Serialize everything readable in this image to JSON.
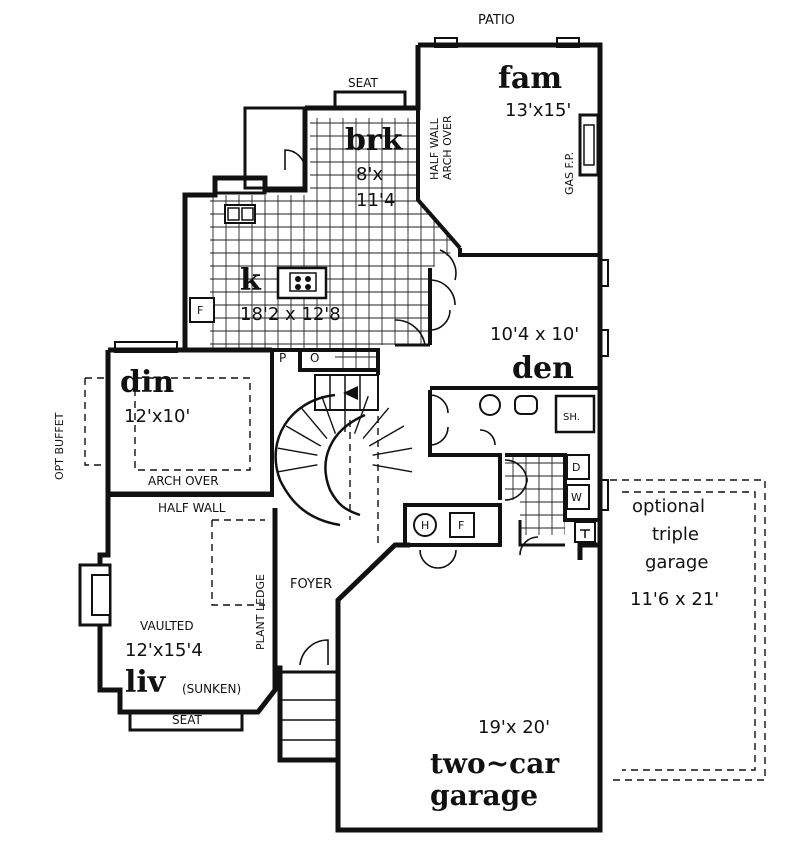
{
  "labels": {
    "patio": "PATIO",
    "seat_top": "SEAT",
    "half_wall_right": "HALF WALL",
    "arch_over_right": "ARCH OVER",
    "gas_fp": "GAS F.P.",
    "buffet": "OPT BUFFET",
    "arch_over_din": "ARCH OVER",
    "half_wall_liv": "HALF WALL",
    "plant_ledge": "PLANT LEDGE",
    "foyer": "FOYER",
    "vaulted": "VAULTED",
    "sunken": "(SUNKEN)",
    "seat_bottom": "SEAT",
    "pantry_p": "P",
    "pantry_o": "O",
    "shower": "SH.",
    "dryer": "D",
    "washer": "W",
    "fridge_f": "F",
    "heater_h": "H",
    "furnace_f": "F"
  },
  "rooms": {
    "fam": {
      "name": "fam",
      "dim": "13'x15'"
    },
    "brk": {
      "name": "brk",
      "dim1": "8'x",
      "dim2": "11'4"
    },
    "kitchen": {
      "name": "k",
      "dim": "18'2 x 12'8"
    },
    "den": {
      "name": "den",
      "dim": "10'4 x 10'"
    },
    "din": {
      "name": "din",
      "dim": "12'x10'"
    },
    "liv": {
      "name": "liv",
      "dim": "12'x15'4"
    },
    "garage": {
      "name1": "two~car",
      "name2": "garage",
      "dim": "19'x 20'"
    },
    "optional_garage": {
      "line1": "optional",
      "line2": "triple",
      "line3": "garage",
      "dim": "11'6 x 21'"
    }
  },
  "icons": [
    "stair-arrow-icon",
    "door-swing-icon",
    "fireplace-icon",
    "range-icon",
    "sink-icon",
    "toilet-icon",
    "tub-icon"
  ],
  "colors": {
    "ink": "#111111",
    "paper": "#ffffff"
  }
}
